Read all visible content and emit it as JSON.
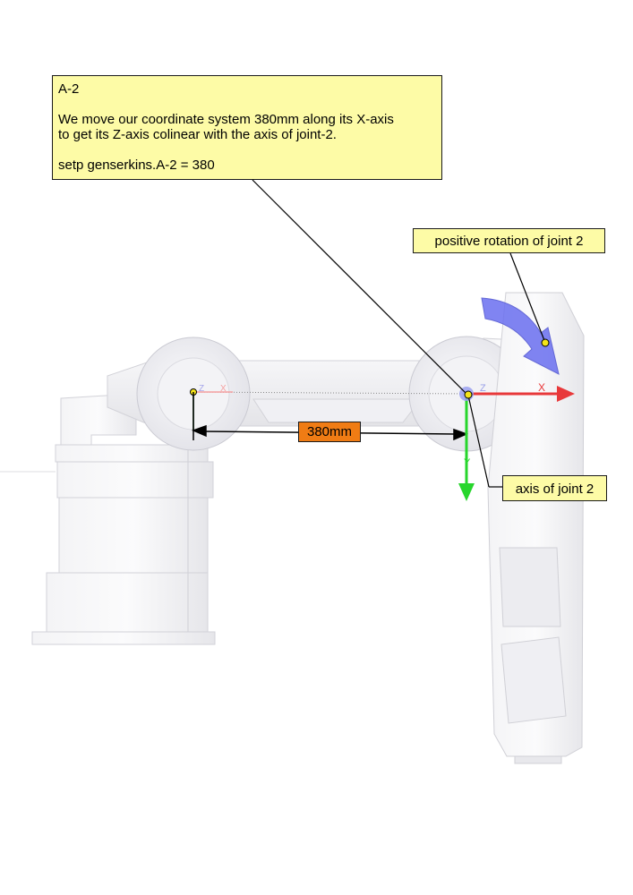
{
  "note": {
    "title": "A-2",
    "line1": "We move our coordinate system 380mm along its X-axis",
    "line2": "to get its Z-axis colinear with the axis of joint-2.",
    "line3": "setp genserkins.A-2 = 380"
  },
  "labels": {
    "rotation": "positive rotation of joint 2",
    "axis": "axis of joint 2",
    "dimension": "380mm"
  },
  "frame_old": {
    "z": "Z",
    "x": "X"
  },
  "frame_new": {
    "z": "Z",
    "x": "X",
    "y": "Y"
  },
  "colors": {
    "callout_fill": "#fdfba6",
    "dimension_fill": "#f07c14",
    "x_axis": "#e8383a",
    "y_axis": "#27d62c",
    "rotation_arrow": "#6a6ff0",
    "origin_marker": "#f4e41a"
  }
}
